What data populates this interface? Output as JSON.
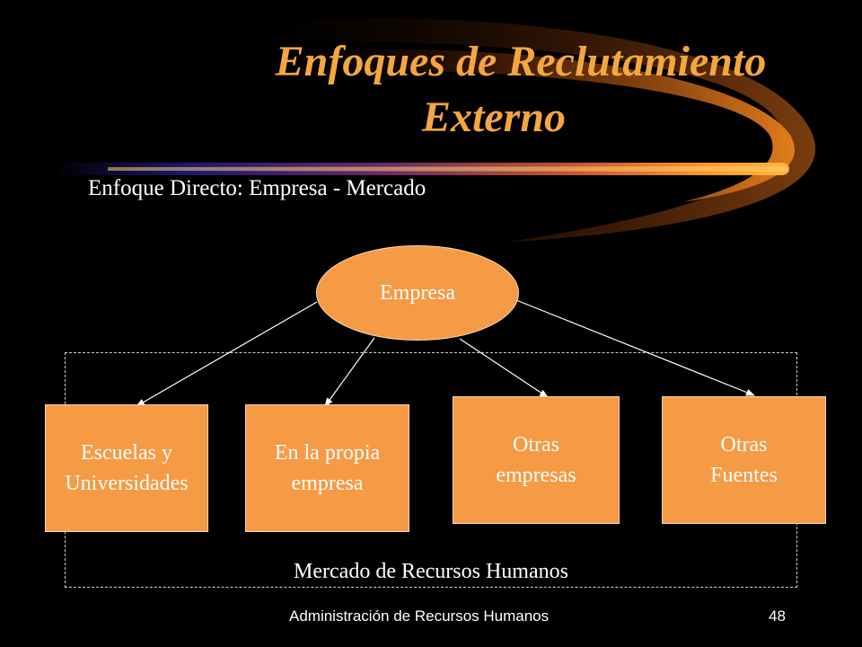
{
  "slide": {
    "title_line_1": "Enfoques de Reclutamiento",
    "title_line_2": "Externo",
    "subtitle": "Enfoque Directo: Empresa - Mercado"
  },
  "diagram": {
    "root": "Empresa",
    "targets": [
      "Escuelas y\nUniversidades",
      "En la propia\nempresa",
      "Otras\nempresas",
      "Otras\nFuentes"
    ],
    "market_label": "Mercado de Recursos Humanos"
  },
  "footer": {
    "text": "Administración de Recursos Humanos",
    "page_number": "48"
  },
  "colors": {
    "background": "#000000",
    "accent": "#f59a45",
    "title": "#f4a640"
  }
}
